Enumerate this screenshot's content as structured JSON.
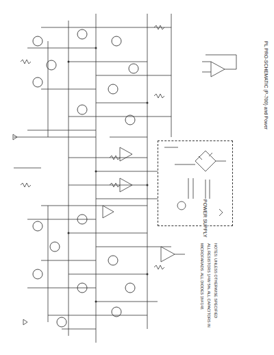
{
  "diagram": {
    "nodes": [
      {
        "text": [
          "POWER SUPPLY"
        ]
      }
    ],
    "labels": [
      "PL PRO-SCHEMATIC (P-700) and Power",
      "NOTES: UNLESS OTHERWISE SPECIFIED",
      "ALL RESISTORS 1/4W 5%. ALL CAPACITORS IN",
      "MICROFARADS. ALL DIODES 1N4148."
    ]
  }
}
